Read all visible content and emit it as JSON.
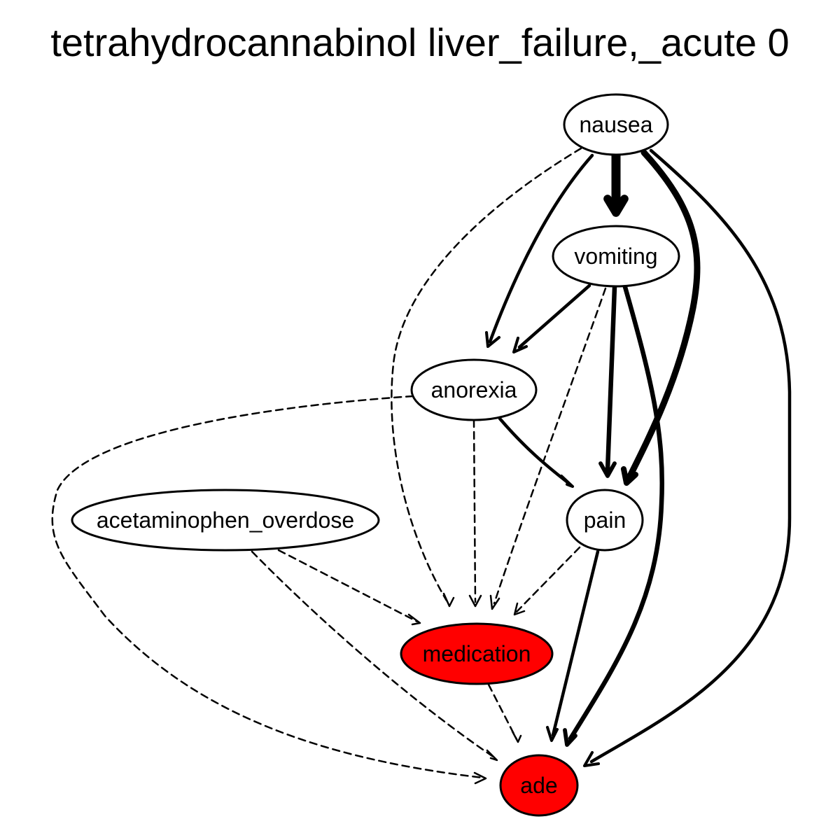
{
  "title": "tetrahydrocannabinol liver_failure,_acute 0",
  "colors": {
    "highlight": "#ff0000",
    "default_fill": "#ffffff",
    "stroke": "#000000"
  },
  "nodes": [
    {
      "id": "nausea",
      "label": "nausea",
      "highlight": false
    },
    {
      "id": "vomiting",
      "label": "vomiting",
      "highlight": false
    },
    {
      "id": "anorexia",
      "label": "anorexia",
      "highlight": false
    },
    {
      "id": "acetaminophen_overdose",
      "label": "acetaminophen_overdose",
      "highlight": false
    },
    {
      "id": "pain",
      "label": "pain",
      "highlight": false
    },
    {
      "id": "medication",
      "label": "medication",
      "highlight": true
    },
    {
      "id": "ade",
      "label": "ade",
      "highlight": true
    }
  ],
  "edges": [
    {
      "from": "nausea",
      "to": "vomiting",
      "style": "solid",
      "weight": 5
    },
    {
      "from": "nausea",
      "to": "anorexia",
      "style": "solid",
      "weight": 2
    },
    {
      "from": "nausea",
      "to": "pain",
      "style": "solid",
      "weight": 4
    },
    {
      "from": "nausea",
      "to": "ade",
      "style": "solid",
      "weight": 2
    },
    {
      "from": "nausea",
      "to": "medication",
      "style": "dashed",
      "weight": 1
    },
    {
      "from": "vomiting",
      "to": "anorexia",
      "style": "solid",
      "weight": 2
    },
    {
      "from": "vomiting",
      "to": "pain",
      "style": "solid",
      "weight": 3
    },
    {
      "from": "vomiting",
      "to": "ade",
      "style": "solid",
      "weight": 3
    },
    {
      "from": "vomiting",
      "to": "medication",
      "style": "dashed",
      "weight": 1
    },
    {
      "from": "anorexia",
      "to": "pain",
      "style": "solid",
      "weight": 2
    },
    {
      "from": "anorexia",
      "to": "medication",
      "style": "dashed",
      "weight": 1
    },
    {
      "from": "anorexia",
      "to": "ade",
      "style": "dashed",
      "weight": 1
    },
    {
      "from": "acetaminophen_overdose",
      "to": "medication",
      "style": "dashed",
      "weight": 1
    },
    {
      "from": "acetaminophen_overdose",
      "to": "ade",
      "style": "dashed",
      "weight": 1
    },
    {
      "from": "pain",
      "to": "medication",
      "style": "dashed",
      "weight": 1
    },
    {
      "from": "pain",
      "to": "ade",
      "style": "solid",
      "weight": 2
    },
    {
      "from": "medication",
      "to": "ade",
      "style": "dashed",
      "weight": 1
    }
  ]
}
